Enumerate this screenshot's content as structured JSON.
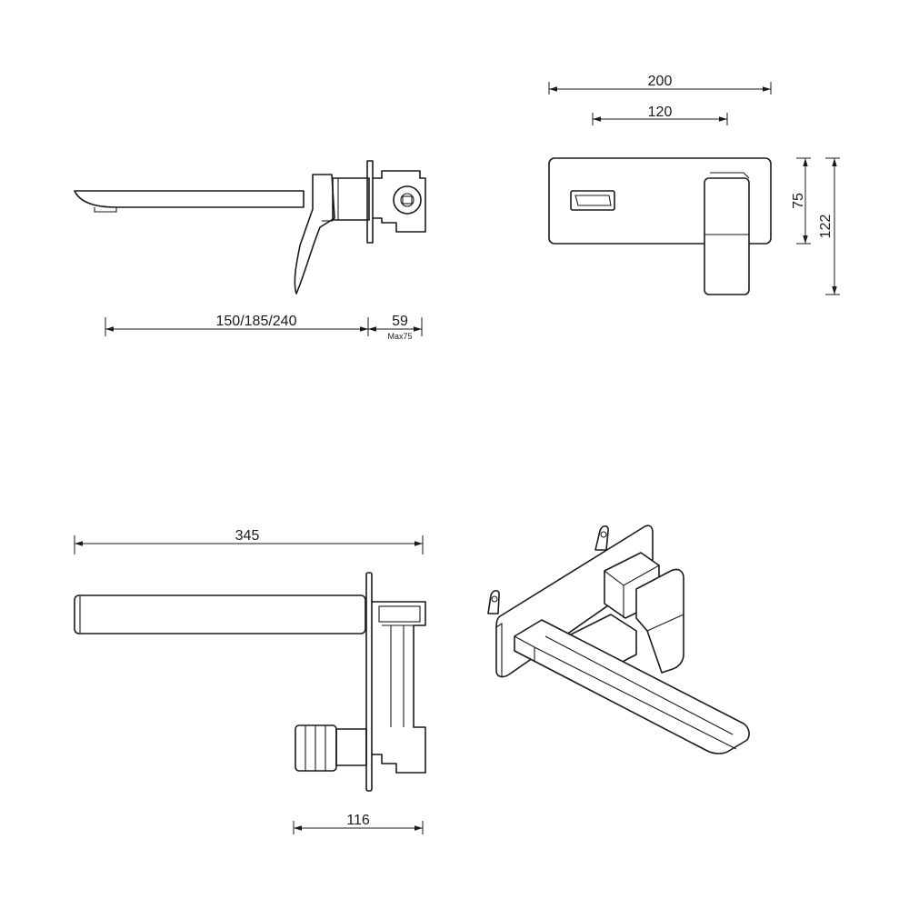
{
  "dimensions": {
    "spout_reach": "150/185/240",
    "wall_depth": "59",
    "wall_depth_max": "Max75",
    "plate_width": "200",
    "centers": "120",
    "plate_height": "75",
    "overall_height": "122",
    "overall_length": "345",
    "body_depth": "116"
  }
}
